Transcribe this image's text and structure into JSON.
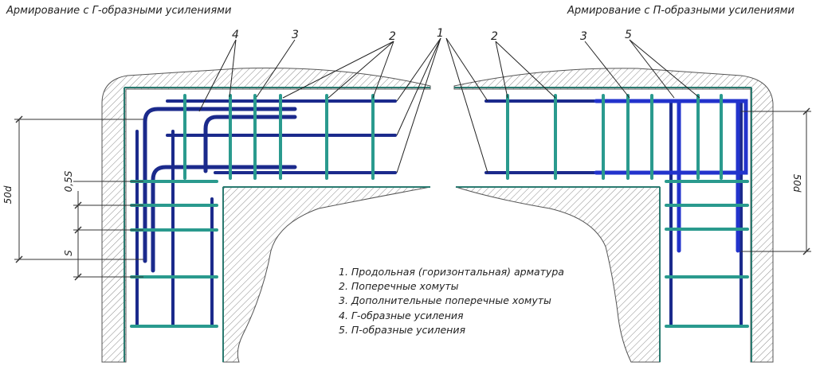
{
  "titles": {
    "left": "Армирование с Г-образными усилениями",
    "right": "Армирование с П-образными усилениями"
  },
  "callouts": {
    "left": [
      "4",
      "3",
      "2",
      "1"
    ],
    "right": [
      "2",
      "3",
      "5"
    ]
  },
  "dimensions": {
    "left_anchorage": "50d",
    "left_half_spacing": "0,5S",
    "left_spacing": "S",
    "right_anchorage": "50d"
  },
  "legend": [
    "1. Продольная (горизонтальная) арматура",
    "2. Поперечные хомуты",
    "3. Дополнительные поперечные хомуты",
    "4. Г-образные усиления",
    "5. П-образные усиления"
  ],
  "colors": {
    "longitudinal_bar": "#1b2a8c",
    "stirrup": "#2a9a8e",
    "outline": "#2a7a70",
    "hatch": "#777777"
  }
}
